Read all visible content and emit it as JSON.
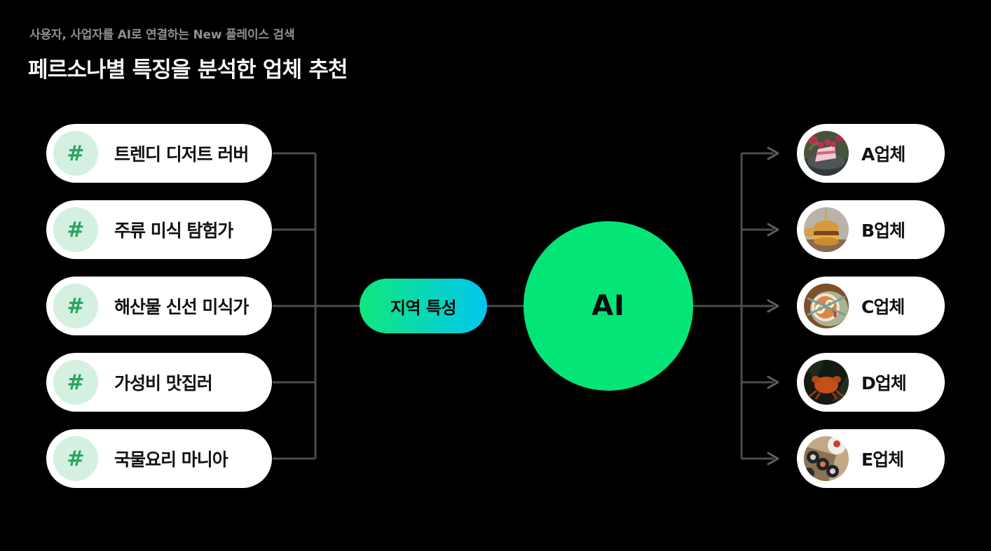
{
  "page": {
    "subtitle": "사용자, 사업자를 AI로 연결하는 New 플레이스 검색",
    "title": "페르소나별 특징을 분석한 업체 추천"
  },
  "colors": {
    "background": "#000000",
    "pill_bg": "#ffffff",
    "subtitle_gray": "#8f8f8f",
    "hash_bg": "#d4f0e0",
    "hash_fg": "#2aa25e",
    "gradient_start": "#11e77d",
    "gradient_end": "#00c7ef",
    "ai_green": "#04e578",
    "line": "#4c4c4c",
    "arrow": "#5e5e5e"
  },
  "hash_symbol": "#",
  "personas": [
    {
      "icon": "hashtag-icon",
      "label": "트렌디 디저트 러버"
    },
    {
      "icon": "hashtag-icon",
      "label": "주류 미식 탐험가"
    },
    {
      "icon": "hashtag-icon",
      "label": "해산물 신선 미식가"
    },
    {
      "icon": "hashtag-icon",
      "label": "가성비 맛집러"
    },
    {
      "icon": "hashtag-icon",
      "label": "국물요리 마니아"
    }
  ],
  "region_node": {
    "label": "지역 특성"
  },
  "ai_node": {
    "label": "AI"
  },
  "companies": [
    {
      "photo": "dessert-cake-photo",
      "label": "A업체"
    },
    {
      "photo": "burger-photo",
      "label": "B업체"
    },
    {
      "photo": "noodle-bowl-photo",
      "label": "C업체"
    },
    {
      "photo": "crab-dish-photo",
      "label": "D업체"
    },
    {
      "photo": "sushi-rolls-photo",
      "label": "E업체"
    }
  ]
}
